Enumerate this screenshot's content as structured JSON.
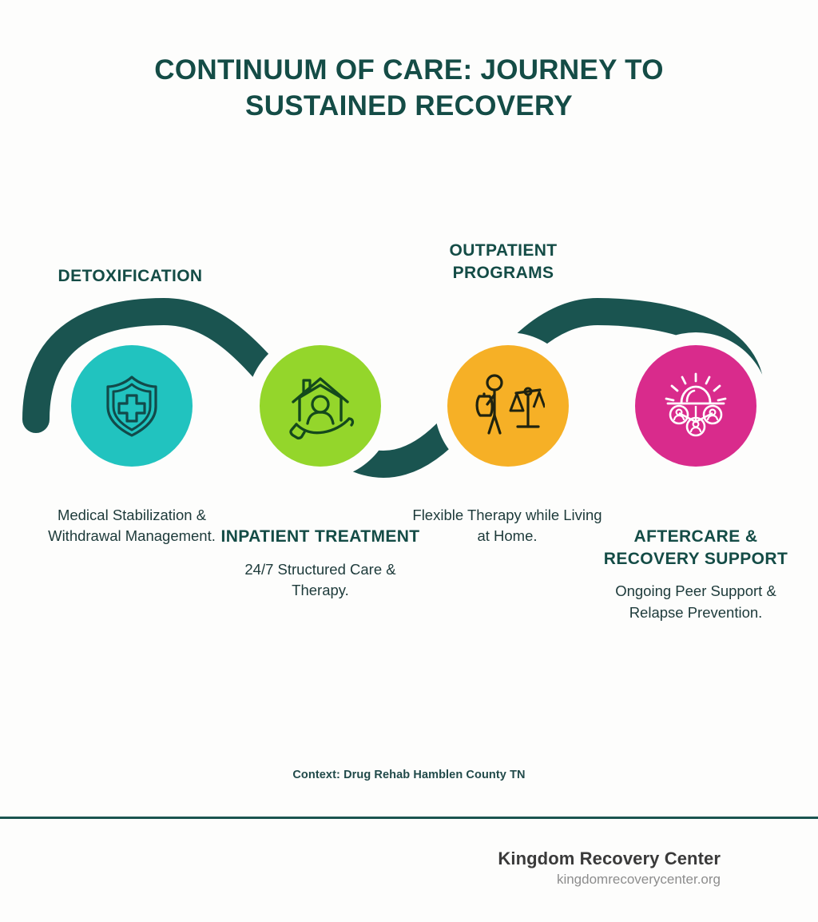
{
  "title": {
    "line1": "CONTINUUM OF CARE: JOURNEY TO",
    "line2": "SUSTAINED RECOVERY"
  },
  "stages": [
    {
      "heading": "DETOXIFICATION",
      "description": "Medical Stabilization & Withdrawal Management.",
      "icon": "shield-medical-cross-icon",
      "circle_color": "#21c3bf",
      "icon_color": "#124a4a",
      "label_position": "above"
    },
    {
      "heading": "INPATIENT TREATMENT",
      "description": "24/7 Structured Care & Therapy.",
      "icon": "house-in-hand-icon",
      "circle_color": "#94d62b",
      "icon_color": "#14491c",
      "label_position": "below"
    },
    {
      "heading": "OUTPATIENT PROGRAMS",
      "description": "Flexible Therapy while Living at Home.",
      "icon": "person-with-scales-icon",
      "circle_color": "#f6b026",
      "icon_color": "#20230f",
      "label_position": "above"
    },
    {
      "heading": "AFTERCARE & RECOVERY SUPPORT",
      "description": "Ongoing Peer Support & Relapse Prevention.",
      "icon": "sunrise-peer-network-icon",
      "circle_color": "#d92b8c",
      "icon_color": "#ffffff",
      "label_position": "below"
    }
  ],
  "context_note": "Context: Drug Rehab Hamblen County TN",
  "footer": {
    "brand_name": "Kingdom Recovery Center",
    "brand_url": "kingdomrecoverycenter.org"
  },
  "colors": {
    "background": "#fdfdfc",
    "wave": "#1a5450",
    "heading_text": "#144c46",
    "body_text": "#1d3a3a",
    "divider": "#1a5450"
  }
}
